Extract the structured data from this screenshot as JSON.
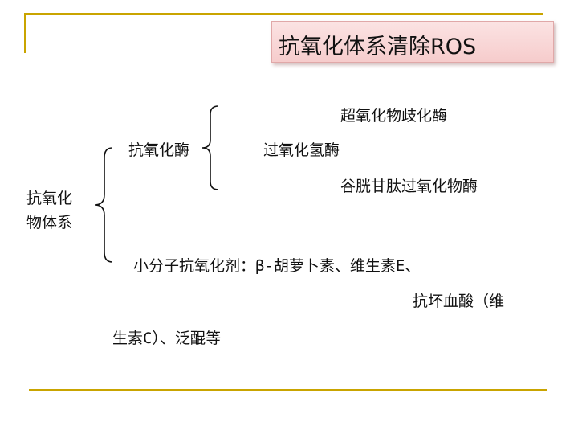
{
  "title": "抗氧化体系清除ROS",
  "root": {
    "line1": "抗氧化",
    "line2": "物体系"
  },
  "enzymes": {
    "label": "抗氧化酶",
    "items": [
      "超氧化物歧化酶",
      "过氧化氢酶",
      "谷胱甘肽过氧化物酶"
    ]
  },
  "small_molecules": {
    "line1": "小分子抗氧化剂：β-胡萝卜素、维生素E、",
    "line2": "抗坏血酸（维",
    "line3": "生素C）、泛醌等"
  },
  "colors": {
    "gold": "#c9a400",
    "title_bg": "#f6cccc"
  }
}
